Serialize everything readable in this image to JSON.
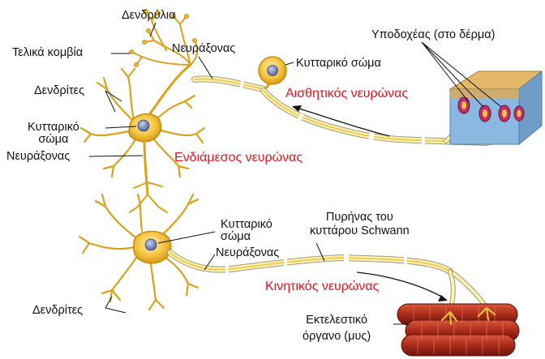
{
  "labels": {
    "dendrilia": "Δενδρύλια",
    "terminal_buttons": "Τελικά κομβία",
    "dendrites_top": "Δενδρίτες",
    "cell_body_inter": "Κυτταρικό\nσώμα",
    "axon_inter": "Νευράξονας",
    "axon_sensory": "Νευράξονας",
    "cell_body_sensory": "Κυτταρικό σώμα",
    "receptor": "Υποδοχέας (στο δέρμα)",
    "sensory_neuron": "Αισθητικός νευρώνας",
    "interneuron": "Ενδιάμεσος νευρώνας",
    "cell_body_motor": "Κυτταρικό\nσώμα",
    "axon_motor": "Νευράξονας",
    "schwann_nucleus": "Πυρήνας του\nκυττάρου Schwann",
    "motor_neuron": "Κινητικός νευρώνας",
    "effector": "Εκτελεστικό\nόργανο (μυς)",
    "dendrites_bottom": "Δενδρίτες"
  },
  "colors": {
    "neuron_fill": "#f5c542",
    "neuron_stroke": "#c88a10",
    "myelin": "#f8f1b8",
    "myelin_stroke": "#a89a70",
    "nucleus": "#7b86b8",
    "skin_top": "#e3b86a",
    "skin_side": "#8ab8e0",
    "muscle": "#b3311f",
    "highlight_text": "#e0141e"
  }
}
